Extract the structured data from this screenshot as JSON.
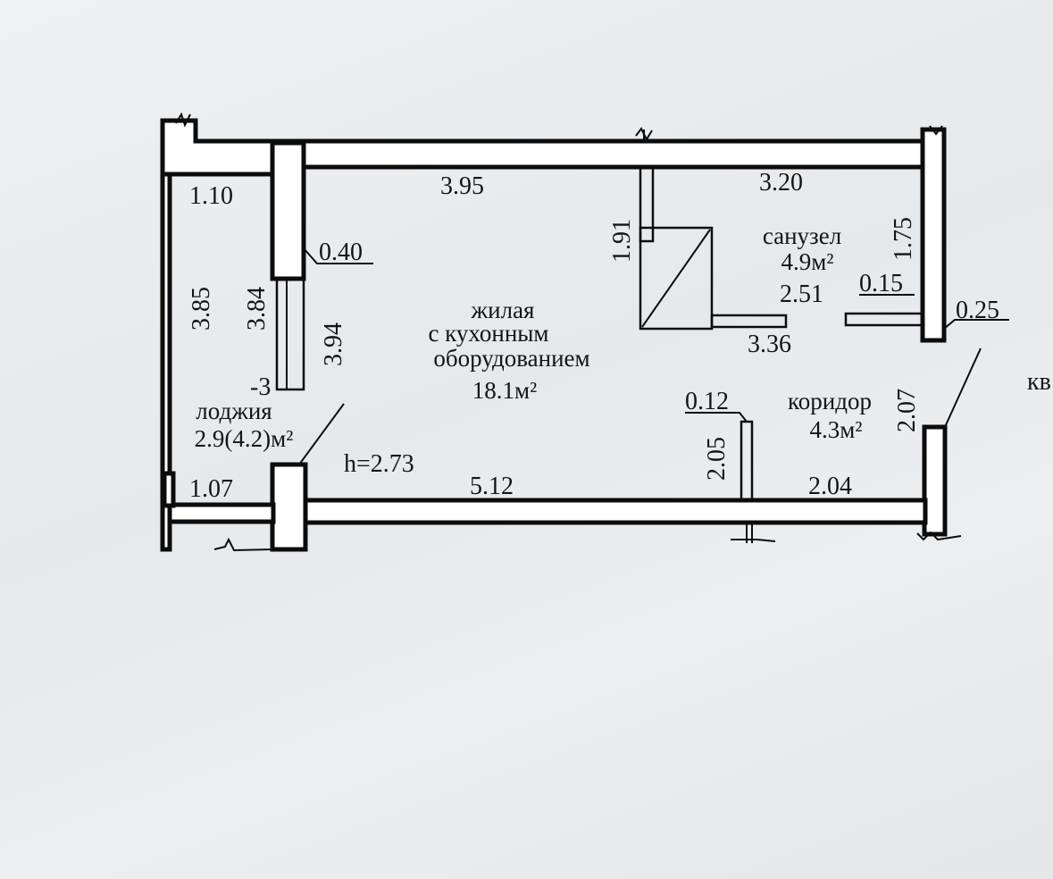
{
  "dimensions": {
    "top_left_width": "1.10",
    "living_top_width": "3.95",
    "bathroom_top_width": "3.20",
    "column_thickness": "0.40",
    "loggia_height": "3.85",
    "column_height": "3.84",
    "living_height": "3.94",
    "bathroom_partition_height": "1.91",
    "bathroom_right_height": "1.75",
    "bathroom_width": "2.51",
    "bathroom_wall_thickness": "0.15",
    "right_wall_thickness": "0.25",
    "bathroom_bottom_width": "3.36",
    "corridor_partition_thickness": "0.12",
    "corridor_partition_height": "2.05",
    "corridor_right_height": "2.07",
    "loggia_bottom_width": "1.07",
    "living_bottom_width": "5.12",
    "corridor_bottom_width": "2.04",
    "level_mark": "-3",
    "ceiling_height": "h=2.73"
  },
  "rooms": {
    "living": {
      "line1": "жилая",
      "line2": "с кухонным",
      "line3": "оборудованием",
      "area": "18.1м²"
    },
    "bathroom": {
      "name": "санузел",
      "area": "4.9м²"
    },
    "corridor": {
      "name": "коридор",
      "area": "4.3м²"
    },
    "loggia": {
      "name": "лоджия",
      "area": "2.9(4.2)м²"
    }
  },
  "edge_text": "кв"
}
